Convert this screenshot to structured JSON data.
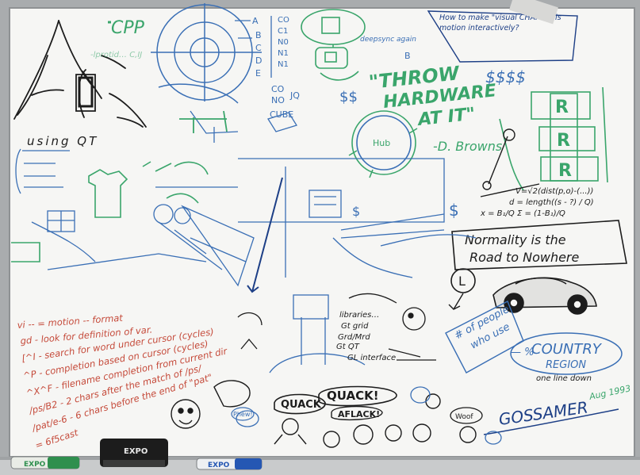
{
  "colors": {
    "ink_black": "#1c1c1c",
    "ink_blue": "#3a6fb5",
    "ink_green": "#3aa56b",
    "ink_red": "#c54a3a",
    "ink_navy": "#1d3f86",
    "board": "#f6f6f4",
    "frame": "#a9acae",
    "tray": "#c9cbcc"
  },
  "drawings": {
    "cpp_label": "CPP",
    "gl_left": "-lprotid… C,IJ",
    "using_qt": "using QT",
    "glue_list": [
      "A",
      "B",
      "C",
      "D",
      "E"
    ],
    "glue_codes": [
      "CO",
      "C1",
      "N0",
      "N1",
      "N1"
    ],
    "codes_mid": [
      "CO",
      "NO",
      "JQ",
      "CUBE"
    ],
    "dollars_small": "$$",
    "dollars_big": "$$$$",
    "deep_sync": "deepsync again",
    "question_box": "How to make \"visual CHAPSS\" is motion interactively?",
    "throw_quote_1": "\"THROW",
    "throw_quote_2": "HARDWARE",
    "throw_quote_3": "AT IT\"",
    "throw_author": "-D. Browns",
    "hub": "Hub",
    "dollar_mid": "$",
    "big_r": [
      "R",
      "R",
      "R"
    ],
    "formula_1": "V=√2(dist(p,o)-(...))",
    "formula_2": "d = length((s - ?) / Q)",
    "formula_3": "x = B₁/Q   Σ = (1-B₁)/Q",
    "normality_1": "Normality is the",
    "normality_2": "Road to Nowhere",
    "l_circle": "L",
    "vim_lines": [
      "vi -- = motion -- format",
      "gd - look for definition of var.",
      "[^I - search for word under cursor (cycles)",
      "^P - completion based on cursor (cycles)",
      "^X^F - filename completion from current dir",
      "/ps/B2 - 2 chars after the match of /ps/",
      "/pat/e-6 - 6 chars before the end of \"pat\"",
      "= 6f5cast"
    ],
    "bullets": [
      "libraries…",
      "Gt grid",
      "Grd/Mrd",
      "Gt QT",
      "GL interface"
    ],
    "country_1": "COUNTRY",
    "country_2": "REGION",
    "one_line_down": "one line down",
    "people_1": "# of people",
    "people_2": "who use",
    "people_3": "— %",
    "gossamer": "GOSSAMER",
    "year": "Aug 1993",
    "quack_1": "QUACK",
    "quack_2": "QUACK!",
    "aflack": "AFLACK!",
    "woof": "Woof",
    "phew": "Phew!"
  },
  "tray": {
    "marker_1": "EXPO",
    "eraser": "EXPO",
    "marker_2": "EXPO"
  }
}
